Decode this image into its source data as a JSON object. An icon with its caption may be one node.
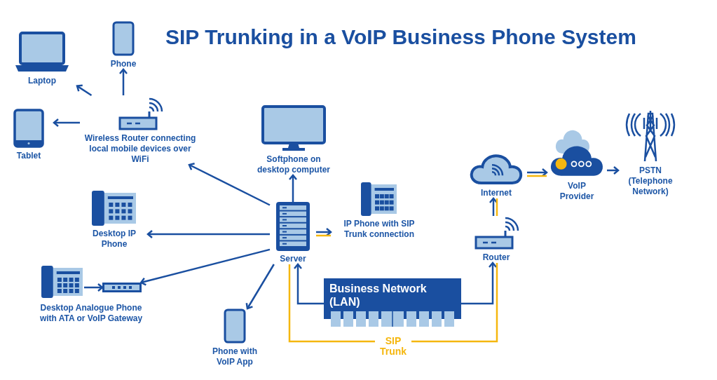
{
  "diagram": {
    "title": "SIP Trunking in a VoIP Business Phone System",
    "nodes": [
      {
        "text": [
          "Laptop"
        ]
      },
      {
        "text": [
          "Phone"
        ]
      },
      {
        "text": [
          "Tablet"
        ]
      },
      {
        "text": [
          "Wireless Router connecting local mobile devices over WiFi"
        ]
      },
      {
        "text": [
          "Softphone on desktop computer"
        ]
      },
      {
        "text": [
          "Desktop IP Phone"
        ]
      },
      {
        "text": [
          "Server"
        ]
      },
      {
        "text": [
          "IP Phone with SIP Trunk connection"
        ]
      },
      {
        "text": [],
        "shape": "phone"
      },
      {
        "text": [],
        "shape": "box"
      },
      {
        "text": [
          "Phone with VoIP App"
        ]
      },
      {
        "text": [
          "Business Network (LAN)"
        ]
      },
      {
        "text": [
          "Internet"
        ]
      },
      {
        "text": [
          "Router"
        ]
      },
      {
        "text": [
          "VoIP Provider"
        ]
      },
      {
        "text": [
          "PSTN (Telephone Network)"
        ]
      }
    ],
    "edges": [
      {
        "from": 3,
        "to": 0,
        "arrow": "to"
      },
      {
        "from": 3,
        "to": 1,
        "arrow": "to"
      },
      {
        "from": 3,
        "to": 2,
        "arrow": "to"
      },
      {
        "from": 6,
        "to": 3,
        "arrow": "to"
      },
      {
        "from": 6,
        "to": 4,
        "arrow": "to"
      },
      {
        "from": 6,
        "to": 5,
        "arrow": "to"
      },
      {
        "from": 6,
        "to": 7,
        "arrow": "to"
      },
      {
        "from": 6,
        "to": 7,
        "arrow": "none",
        "color": "#f5b70f"
      },
      {
        "from": 8,
        "to": 9,
        "arrow": "to"
      },
      {
        "from": 6,
        "to": 9,
        "arrow": "to"
      },
      {
        "from": 6,
        "to": 10,
        "arrow": "to"
      },
      {
        "from": 11,
        "to": 6,
        "arrow": "to"
      },
      {
        "from": 11,
        "to": 13,
        "arrow": "to"
      },
      {
        "from": 6,
        "to": 13,
        "arrow": "none",
        "color": "#f5b70f",
        "label": "SIP Trunk"
      },
      {
        "from": 13,
        "to": 12,
        "arrow": "to"
      },
      {
        "from": 13,
        "to": 12,
        "arrow": "none",
        "color": "#f5b70f"
      },
      {
        "from": 12,
        "to": 14,
        "arrow": "to"
      },
      {
        "from": 12,
        "to": 14,
        "arrow": "none",
        "color": "#f5b70f"
      },
      {
        "from": 14,
        "to": 15,
        "arrow": "to"
      }
    ],
    "labels": [
      "Desktop Analogue Phone with ATA or VoIP Gateway"
    ]
  }
}
